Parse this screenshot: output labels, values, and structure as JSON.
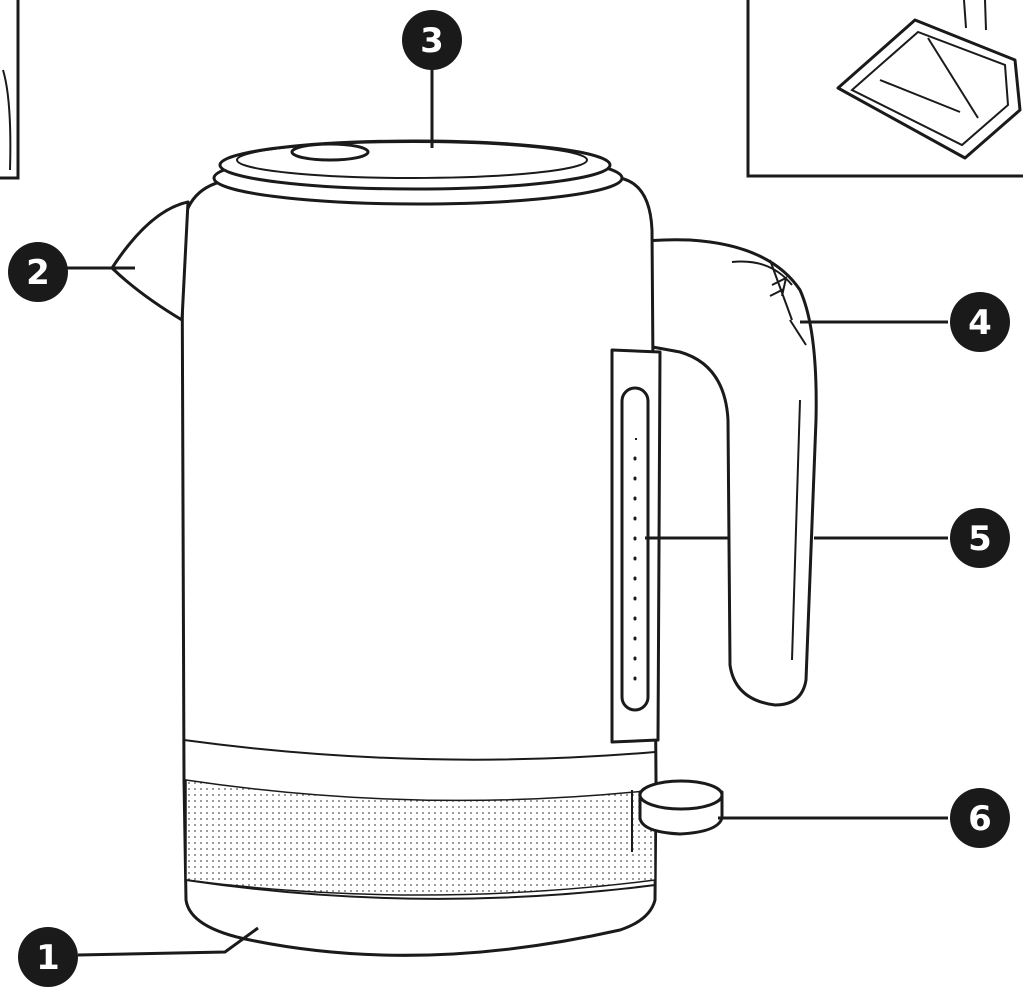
{
  "callouts": [
    {
      "id": "1",
      "label": "1"
    },
    {
      "id": "2",
      "label": "2"
    },
    {
      "id": "3",
      "label": "3"
    },
    {
      "id": "4",
      "label": "4"
    },
    {
      "id": "5",
      "label": "5"
    },
    {
      "id": "6",
      "label": "6"
    }
  ],
  "colors": {
    "line": "#1a1a1a",
    "callout_fill": "#1a1a1a",
    "callout_text": "#ffffff",
    "background": "#ffffff"
  }
}
